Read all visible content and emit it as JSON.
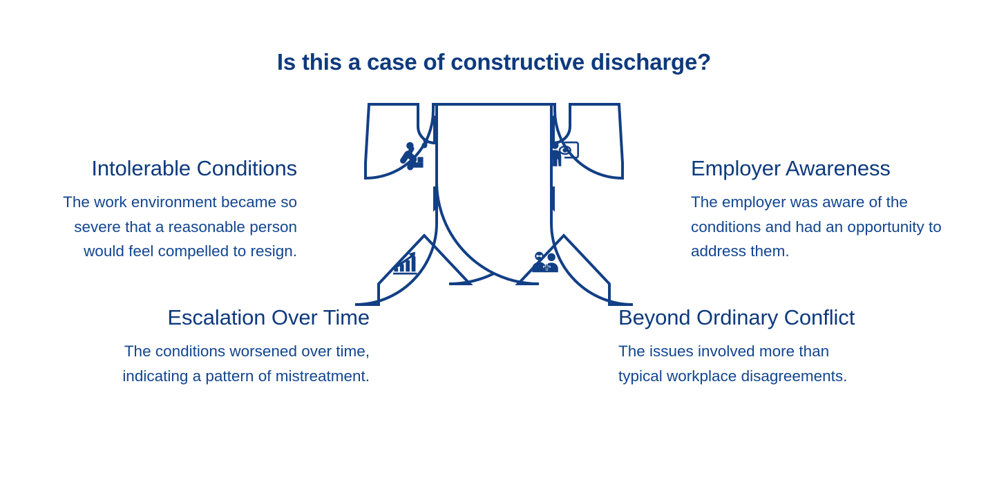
{
  "page": {
    "title": "Is this a case of constructive discharge?",
    "background_color": "#ffffff",
    "accent_color": "#123f85",
    "title_color": "#0e3a7d",
    "body_color": "#12458f"
  },
  "blocks": [
    {
      "id": "intolerable-conditions",
      "heading": "Intolerable Conditions",
      "body": "The work environment became so severe that a reasonable person would feel compelled to resign.",
      "icon": "emergency-exit-icon",
      "arrow": "curved-arrow-left-up",
      "align": "right",
      "side": "left"
    },
    {
      "id": "escalation-over-time",
      "heading": "Escalation Over Time",
      "body": "The conditions worsened over time, indicating a pattern of mistreatment.",
      "icon": "rising-bar-chart-icon",
      "arrow": "curved-arrow-down-left",
      "align": "right",
      "side": "left"
    },
    {
      "id": "employer-awareness",
      "heading": "Employer Awareness",
      "body": "The employer was aware of the conditions and had an opportunity to address them.",
      "icon": "person-presentation-eye-icon",
      "arrow": "curved-arrow-right-up",
      "align": "left",
      "side": "right"
    },
    {
      "id": "beyond-ordinary-conflict",
      "heading": "Beyond Ordinary Conflict",
      "body": "The issues involved more than typical workplace disagreements.",
      "icon": "people-conflict-icon",
      "arrow": "curved-arrow-down-right",
      "align": "left",
      "side": "right"
    }
  ]
}
